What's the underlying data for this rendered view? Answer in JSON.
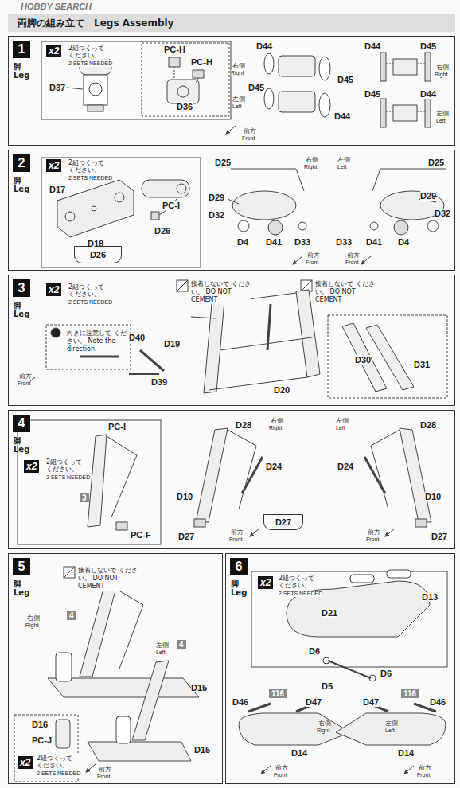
{
  "diagram": {
    "title": "両脚の組み立て　Legs Assembly",
    "nodes": [
      {
        "text": [
          "1",
          "脚 Leg"
        ]
      },
      {
        "text": [
          "2",
          "脚 Leg"
        ]
      },
      {
        "text": [
          "3",
          "脚 Leg"
        ]
      },
      {
        "text": [
          "4",
          "脚 Leg"
        ]
      },
      {
        "text": [
          "5",
          "脚 Leg"
        ]
      },
      {
        "text": [
          "6",
          "脚 Leg"
        ]
      },
      {
        "text": [
          "D26"
        ],
        "in": 1
      },
      {
        "text": [
          "D27"
        ],
        "in": 3
      }
    ],
    "labels": [
      "HOBBY SEARCH",
      "x2",
      "2組つくって ください。",
      "2 SETS NEEDED",
      "PC-H",
      "PC-H",
      "D37",
      "D36",
      "D44",
      "右側",
      "Right",
      "D45",
      "左側",
      "Left",
      "D45",
      "D44",
      "前方",
      "Front",
      "D44",
      "D45",
      "右側",
      "Right",
      "D45",
      "D44",
      "左側",
      "Left",
      "x2",
      "2組つくって ください。",
      "2 SETS NEEDED",
      "D17",
      "D18",
      "PC-I",
      "D26",
      "D25",
      "右側",
      "Right",
      "D29",
      "D32",
      "D4",
      "D41",
      "D33",
      "前方",
      "Front",
      "左側",
      "Left",
      "D25",
      "D29",
      "D32",
      "D33",
      "D41",
      "D4",
      "前方",
      "Front",
      "x2",
      "2組つくって ください。",
      "2 SETS NEEDED",
      "接着しないで ください。 DO NOT CEMENT",
      "接着しないで ください。 DO NOT CEMENT",
      "向きに注意して ください。 Note the direction.",
      "D40",
      "D39",
      "前方",
      "Front",
      "D19",
      "D20",
      "D30",
      "D31",
      "PC-I",
      "x2",
      "2組つくって ください。",
      "2 SETS NEEDED",
      "3",
      "PC-F",
      "D28",
      "右側",
      "Right",
      "D24",
      "D10",
      "D27",
      "前方",
      "Front",
      "左側",
      "Left",
      "D28",
      "D24",
      "D10",
      "D27",
      "前方",
      "Front",
      "接着しないで ください。 DO NOT CEMENT",
      "右側",
      "Right",
      "4",
      "D15",
      "左側",
      "Left",
      "4",
      "D15",
      "D16",
      "PC-J",
      "x2",
      "2組つくって ください。",
      "2 SETS NEEDED",
      "前方",
      "Front",
      "x2",
      "2組つくって ください。",
      "2 SETS NEEDED",
      "D13",
      "D21",
      "D6",
      "D5",
      "D6",
      "D46",
      "116",
      "D47",
      "右側",
      "Right",
      "D14",
      "前方",
      "Front",
      "D47",
      "116",
      "D46",
      "左側",
      "Left",
      "D14",
      "前方",
      "Front"
    ]
  }
}
